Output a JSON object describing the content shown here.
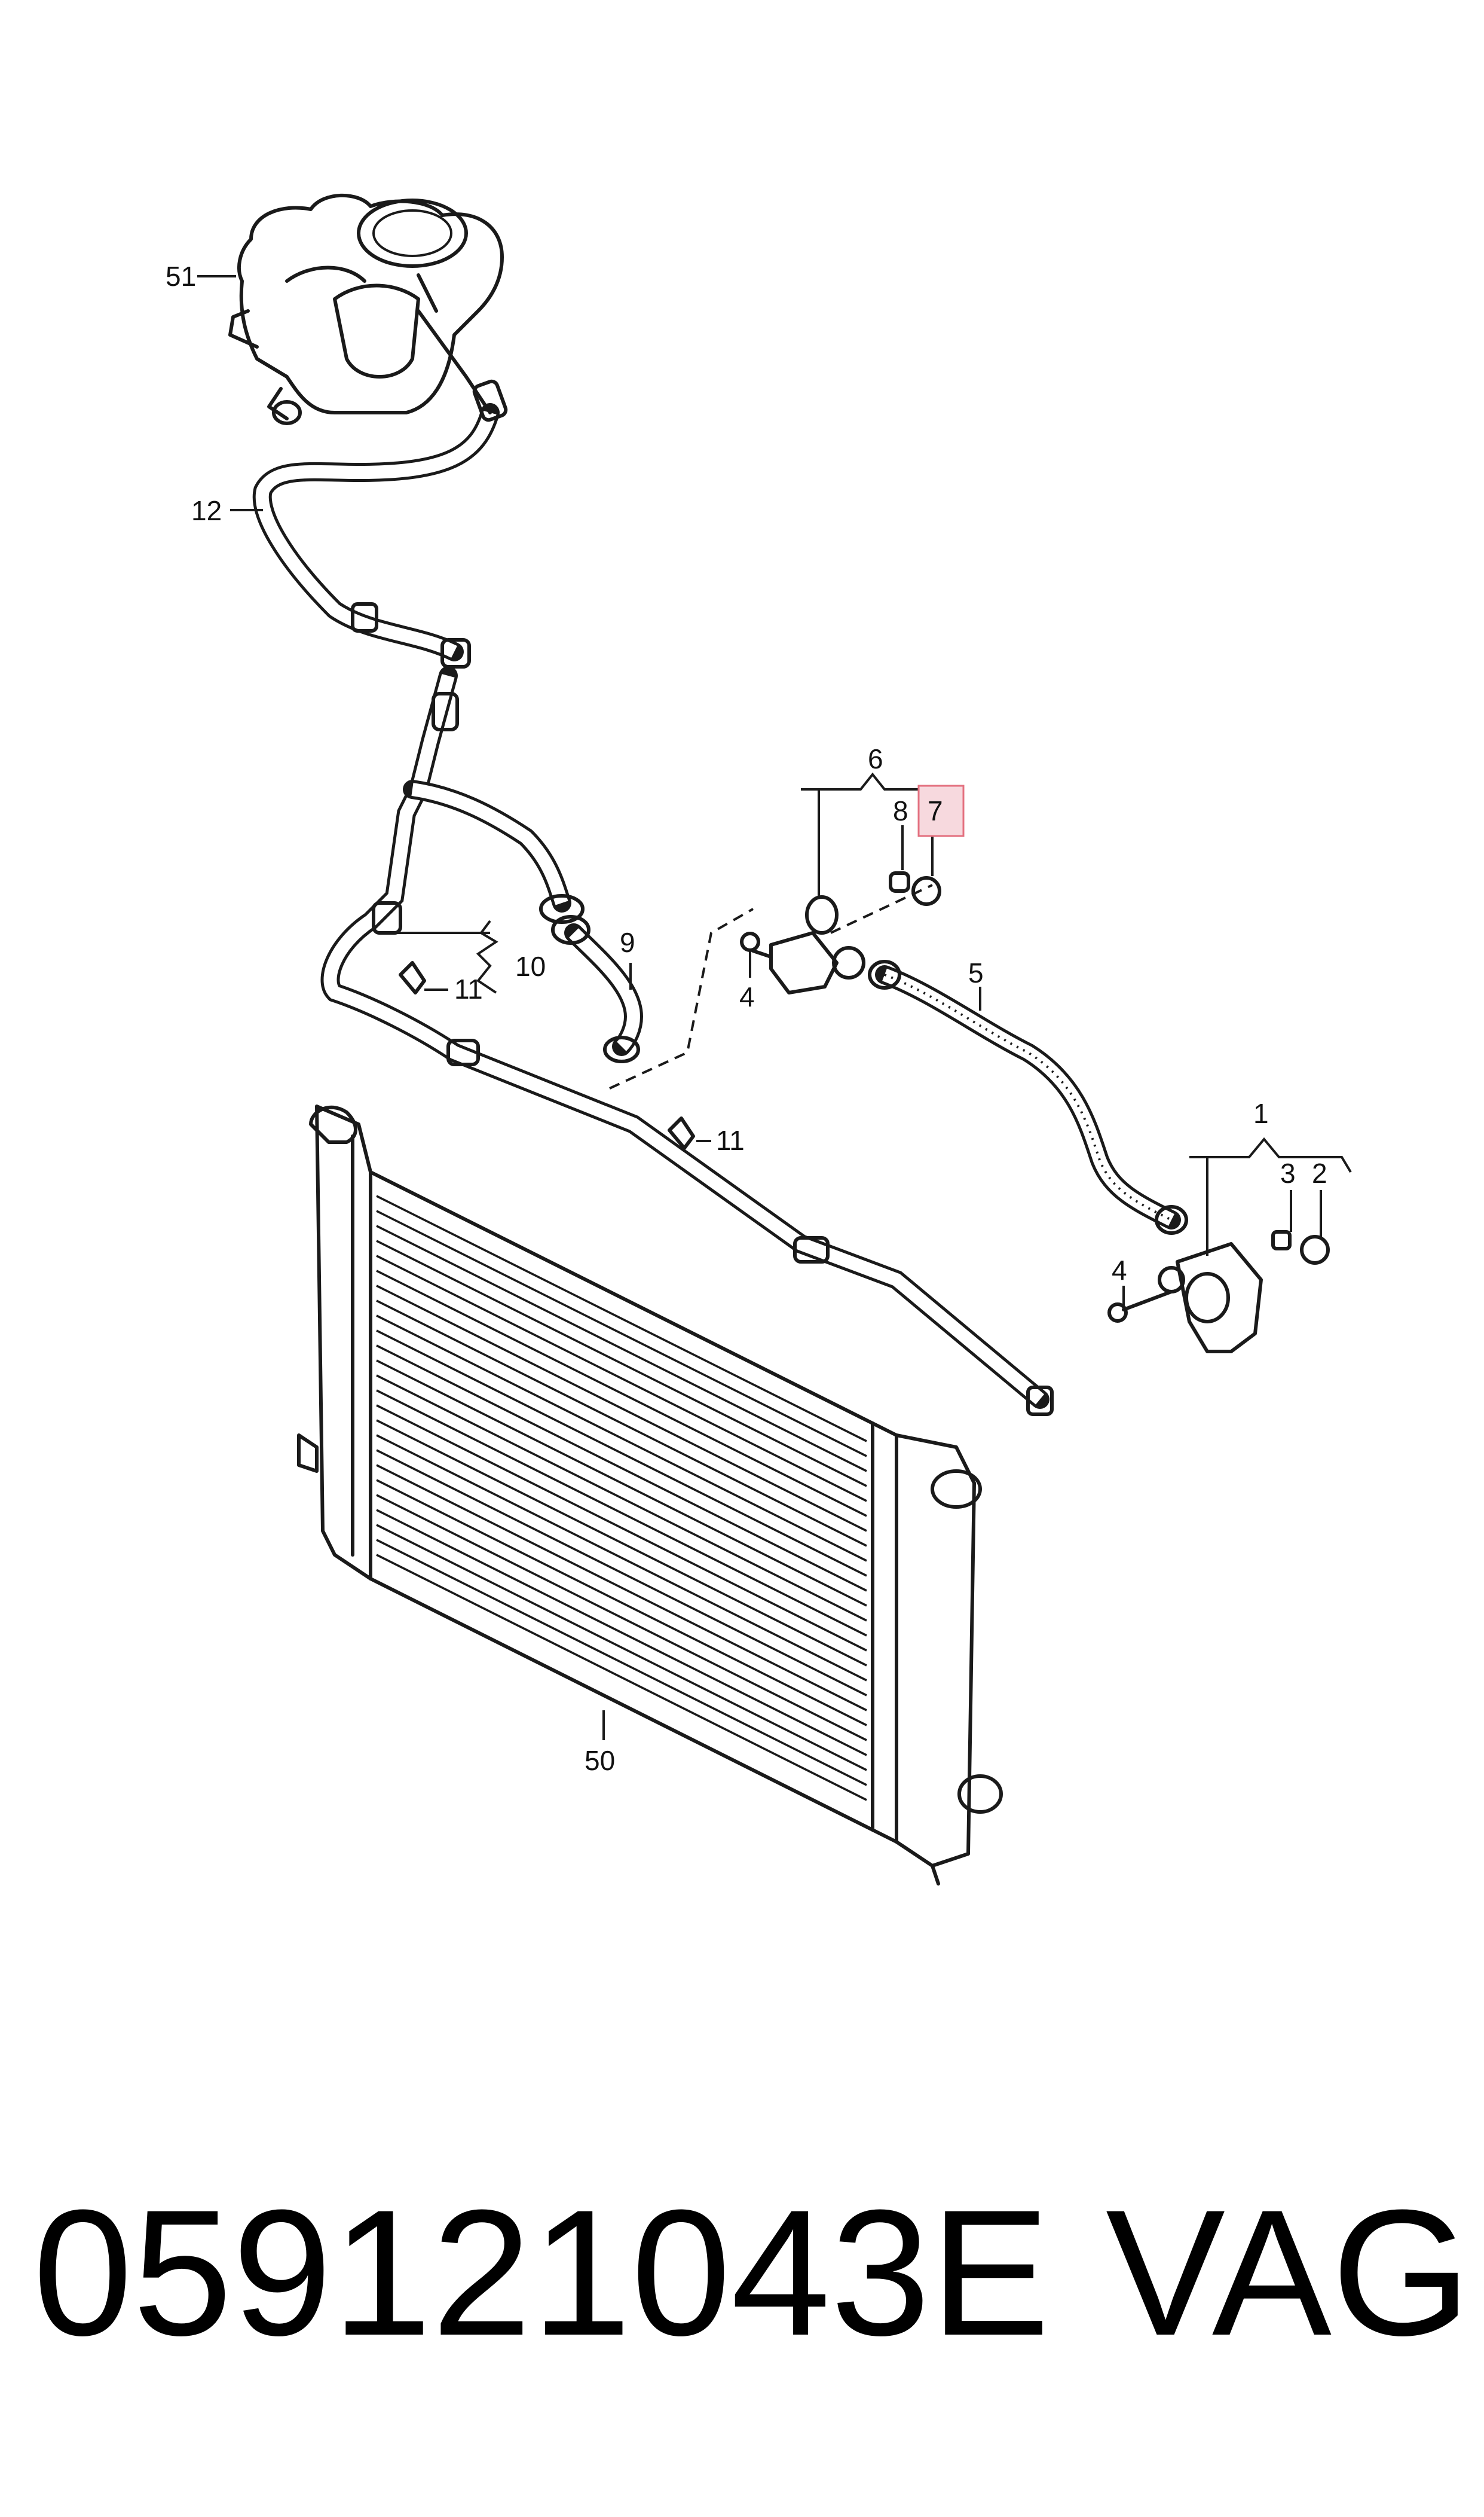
{
  "diagram": {
    "labels": {
      "p51": "51",
      "p12": "12",
      "p6": "6",
      "p8": "8",
      "p7": "7",
      "p9": "9",
      "p10": "10",
      "p11a": "11",
      "p11b": "11",
      "p4a": "4",
      "p5": "5",
      "p1": "1",
      "p3": "3",
      "p2": "2",
      "p4b": "4",
      "p50": "50"
    },
    "highlighted_label": "7",
    "highlight_color": "#f7d9de"
  },
  "footer": {
    "part_number": "059121043E",
    "brand": "VAG"
  }
}
